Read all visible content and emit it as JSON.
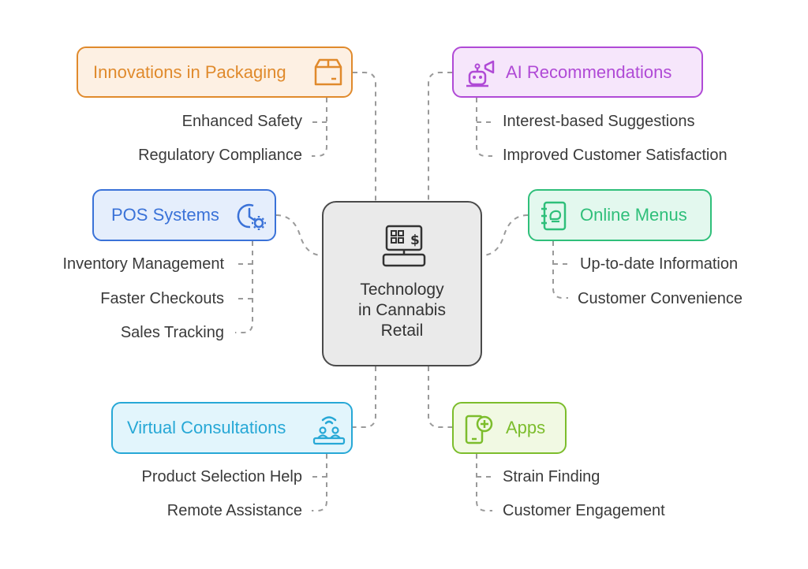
{
  "center": {
    "lines": [
      "Technology",
      "in Cannabis",
      "Retail"
    ],
    "icon": "pos-terminal-icon"
  },
  "branches": {
    "packaging": {
      "title": "Innovations in Packaging",
      "icon": "package-box-icon",
      "color": "#e08a2c",
      "items": [
        "Enhanced Safety",
        "Regulatory Compliance"
      ]
    },
    "ai": {
      "title": "AI Recommendations",
      "icon": "robot-megaphone-icon",
      "color": "#b04ad6",
      "items": [
        "Interest-based Suggestions",
        "Improved Customer Satisfaction"
      ]
    },
    "pos": {
      "title": "POS Systems",
      "icon": "clock-gear-icon",
      "color": "#3a72d8",
      "items": [
        "Inventory Management",
        "Faster Checkouts",
        "Sales Tracking"
      ]
    },
    "menus": {
      "title": "Online Menus",
      "icon": "notebook-icon",
      "color": "#2fbf7a",
      "items": [
        "Up-to-date Information",
        "Customer Convenience"
      ]
    },
    "virtual": {
      "title": "Virtual Consultations",
      "icon": "video-meeting-icon",
      "color": "#27a8d6",
      "items": [
        "Product Selection Help",
        "Remote Assistance"
      ]
    },
    "apps": {
      "title": "Apps",
      "icon": "mobile-plus-icon",
      "color": "#7cbd2c",
      "items": [
        "Strain Finding",
        "Customer Engagement"
      ]
    }
  }
}
